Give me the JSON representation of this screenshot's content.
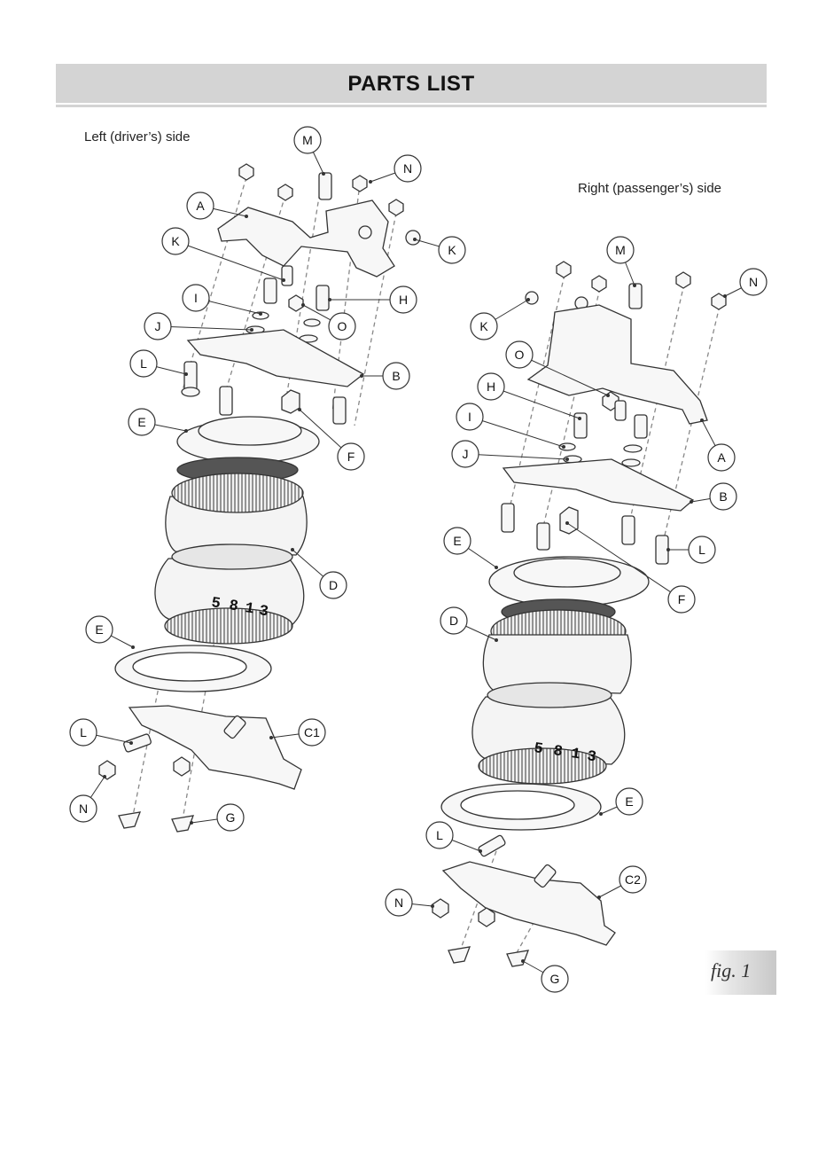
{
  "header": {
    "title": "PARTS LIST"
  },
  "sides": {
    "left_label": "Left (driver’s) side",
    "right_label": "Right (passenger’s) side"
  },
  "bellow_numbers": [
    "5",
    "8",
    "1",
    "3"
  ],
  "figure_label": "fig. 1",
  "left_callouts": [
    "M",
    "N",
    "A",
    "K",
    "K",
    "I",
    "H",
    "J",
    "O",
    "L",
    "B",
    "E",
    "F",
    "D",
    "E",
    "L",
    "C1",
    "N",
    "G"
  ],
  "right_callouts": [
    "M",
    "N",
    "K",
    "O",
    "H",
    "I",
    "J",
    "A",
    "B",
    "L",
    "E",
    "F",
    "D",
    "E",
    "L",
    "C2",
    "N",
    "G"
  ]
}
